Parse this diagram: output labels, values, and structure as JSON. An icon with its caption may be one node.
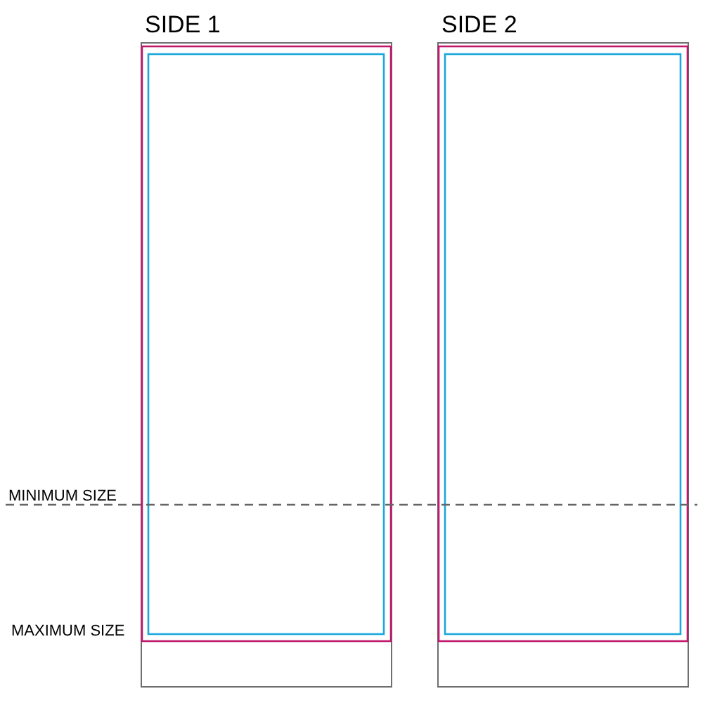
{
  "diagram": {
    "nodes": [
      {
        "text": [
          "SIDE 1"
        ]
      },
      {
        "text": [
          "SIDE 2"
        ]
      }
    ],
    "labels": [
      "MINIMUM SIZE",
      "MAXIMUM SIZE"
    ]
  }
}
